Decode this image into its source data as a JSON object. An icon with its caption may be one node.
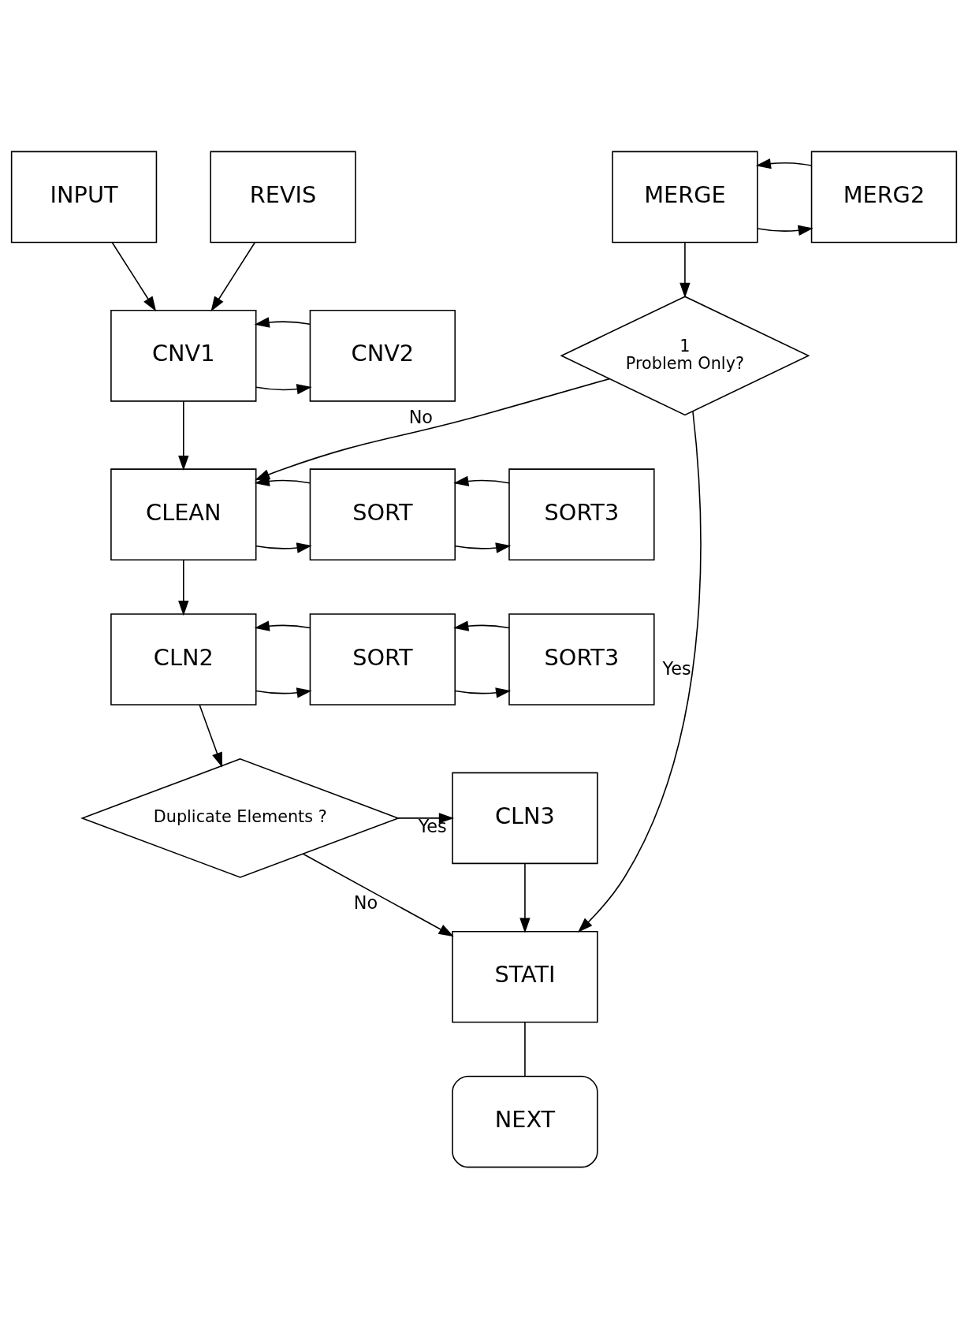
{
  "diagram": {
    "nodes": [
      {
        "text": [
          "INPUT"
        ]
      },
      {
        "text": [
          "REVIS"
        ]
      },
      {
        "text": [
          "MERGE"
        ]
      },
      {
        "text": [
          "MERG2"
        ]
      },
      {
        "text": [
          "CNV1"
        ]
      },
      {
        "text": [
          "CNV2"
        ]
      },
      {
        "text": [
          "1",
          "Problem Only?"
        ]
      },
      {
        "text": [
          "CLEAN"
        ]
      },
      {
        "text": [
          "SORT"
        ]
      },
      {
        "text": [
          "SORT3"
        ]
      },
      {
        "text": [
          "CLN2"
        ]
      },
      {
        "text": [
          "SORT"
        ]
      },
      {
        "text": [
          "SORT3"
        ]
      },
      {
        "text": [
          "Duplicate Elements ?"
        ]
      },
      {
        "text": [
          "CLN3"
        ]
      },
      {
        "text": [
          "STATI"
        ]
      },
      {
        "text": [
          "NEXT"
        ]
      }
    ],
    "edges": [
      {
        "from": 0,
        "to": 4,
        "arrow": "to"
      },
      {
        "from": 1,
        "to": 4,
        "arrow": "to"
      },
      {
        "from": 2,
        "to": 3,
        "arrow": "to"
      },
      {
        "from": 3,
        "to": 2,
        "arrow": "to"
      },
      {
        "from": 2,
        "to": 6,
        "arrow": "to"
      },
      {
        "from": 4,
        "to": 5,
        "arrow": "to"
      },
      {
        "from": 5,
        "to": 4,
        "arrow": "to"
      },
      {
        "from": 4,
        "to": 7,
        "arrow": "to"
      },
      {
        "from": 6,
        "to": 7,
        "arrow": "to",
        "label": "No"
      },
      {
        "from": 6,
        "to": 15,
        "arrow": "to",
        "label": "Yes"
      },
      {
        "from": 7,
        "to": 8,
        "arrow": "to"
      },
      {
        "from": 8,
        "to": 7,
        "arrow": "to"
      },
      {
        "from": 8,
        "to": 9,
        "arrow": "to"
      },
      {
        "from": 9,
        "to": 8,
        "arrow": "to"
      },
      {
        "from": 7,
        "to": 10,
        "arrow": "to"
      },
      {
        "from": 10,
        "to": 11,
        "arrow": "to"
      },
      {
        "from": 11,
        "to": 10,
        "arrow": "to"
      },
      {
        "from": 11,
        "to": 12,
        "arrow": "to"
      },
      {
        "from": 12,
        "to": 11,
        "arrow": "to"
      },
      {
        "from": 10,
        "to": 13,
        "arrow": "to"
      },
      {
        "from": 13,
        "to": 14,
        "arrow": "to",
        "label": "Yes"
      },
      {
        "from": 13,
        "to": 15,
        "arrow": "to",
        "label": "No"
      },
      {
        "from": 14,
        "to": 15,
        "arrow": "to"
      },
      {
        "from": 15,
        "to": 16,
        "arrow": "none"
      }
    ]
  }
}
